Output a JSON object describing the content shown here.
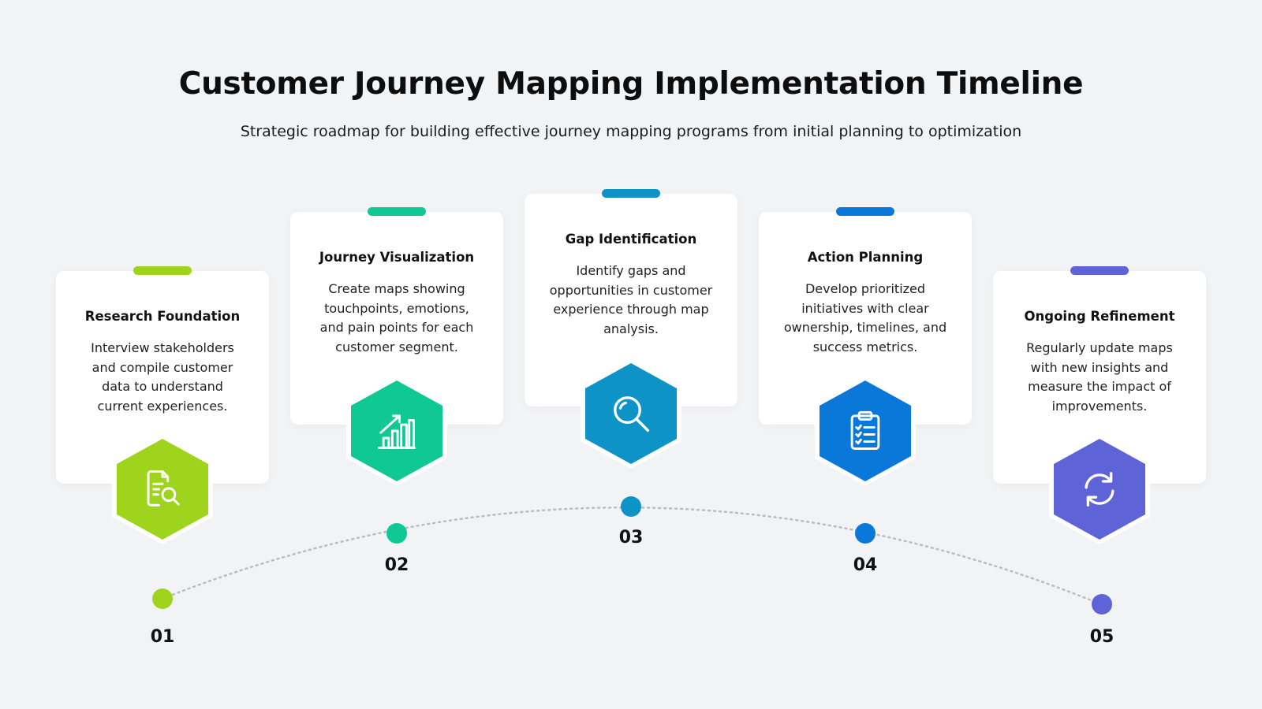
{
  "header": {
    "title": "Customer Journey Mapping Implementation Timeline",
    "subtitle": "Strategic roadmap for building effective journey mapping programs from initial planning to optimization"
  },
  "steps": [
    {
      "number": "01",
      "title": "Research Foundation",
      "description": "Interview stakeholders and compile customer data to understand current experiences.",
      "color": "#9fd41c",
      "icon": "document-search-icon"
    },
    {
      "number": "02",
      "title": "Journey Visualization",
      "description": "Create maps showing touchpoints, emotions, and pain points for each customer segment.",
      "color": "#0fc893",
      "icon": "chart-growth-icon"
    },
    {
      "number": "03",
      "title": "Gap Identification",
      "description": "Identify gaps and opportunities in customer experience through map analysis.",
      "color": "#0e93c6",
      "icon": "magnifier-icon"
    },
    {
      "number": "04",
      "title": "Action Planning",
      "description": "Develop prioritized initiatives with clear ownership, timelines, and success metrics.",
      "color": "#0a78d8",
      "icon": "clipboard-checklist-icon"
    },
    {
      "number": "05",
      "title": "Ongoing Refinement",
      "description": "Regularly update maps with new insights and measure the impact of improvements.",
      "color": "#5f63d8",
      "icon": "refresh-icon"
    }
  ]
}
